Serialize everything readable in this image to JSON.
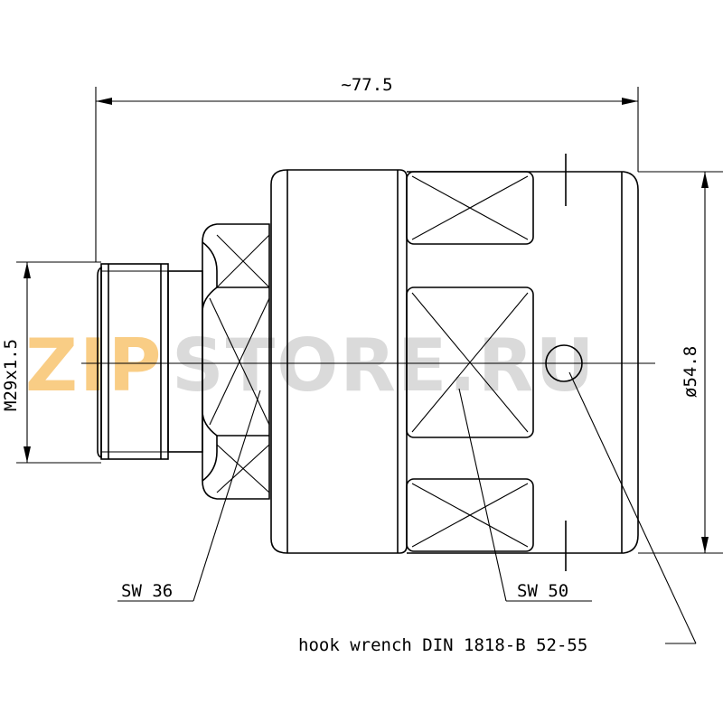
{
  "dimensions": {
    "overall_length": "~77.5",
    "thread": "M29x1.5",
    "diameter": "ø54.8"
  },
  "callouts": {
    "sw36": "SW 36",
    "sw50": "SW 50",
    "hook_wrench": "hook wrench DIN 1818-B 52-55"
  },
  "watermark": {
    "part1": "ZIP",
    "part2": "STORE.RU",
    "color1": "#f5a623",
    "color2": "#bdbdbd"
  }
}
